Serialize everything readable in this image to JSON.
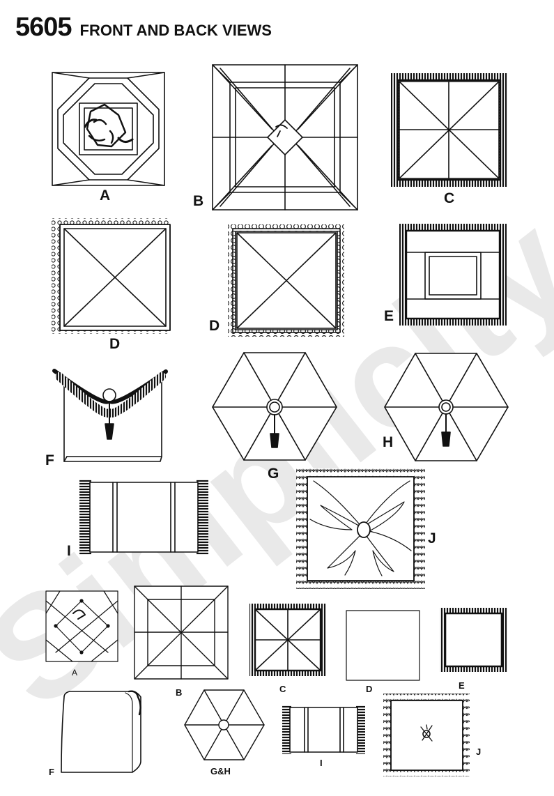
{
  "header": {
    "number": "5605",
    "title": "FRONT AND BACK VIEWS"
  },
  "watermark": "Simplicity",
  "labels": {
    "front": {
      "a": "A",
      "b": "B",
      "c": "C",
      "d1": "D",
      "d2": "D",
      "e": "E",
      "f": "F",
      "g": "G",
      "h": "H",
      "i": "I",
      "j": "J"
    },
    "back": {
      "a": "A",
      "b": "B",
      "c": "C",
      "d": "D",
      "e": "E",
      "f": "F",
      "gh": "G&H",
      "i": "I",
      "j": "J"
    }
  },
  "colors": {
    "ink": "#111111",
    "watermark": "#e9e9e9"
  }
}
